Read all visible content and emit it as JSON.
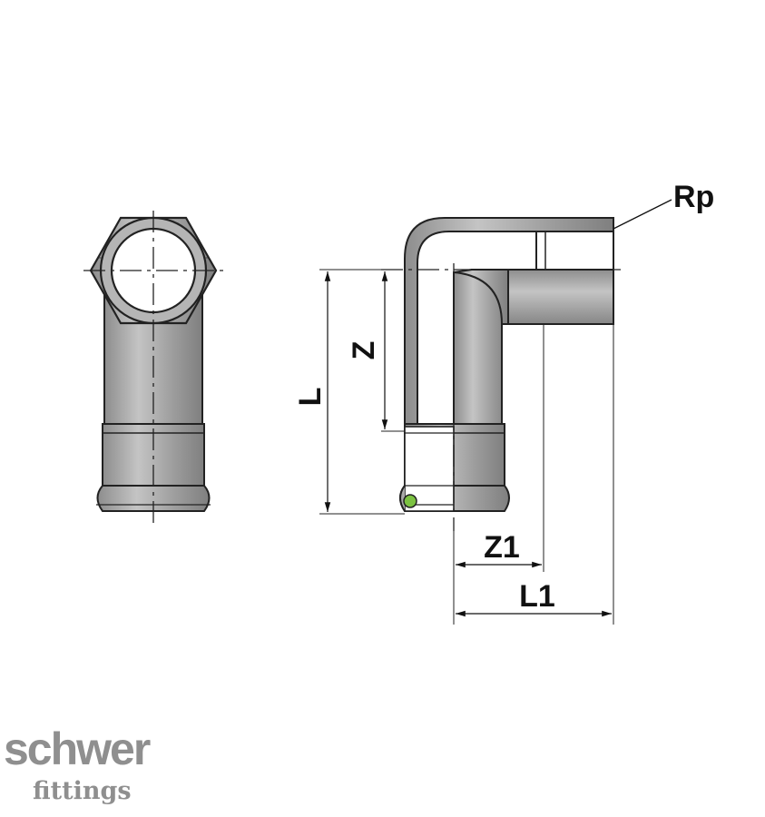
{
  "labels": {
    "rp": "Rp",
    "z": "Z",
    "l": "L",
    "z1": "Z1",
    "l1": "L1"
  },
  "logo": {
    "brand": "schwer",
    "sub": "fittings"
  },
  "colors": {
    "body_fill": "#a9a9a9",
    "outline": "#222222",
    "seal_ring": "#7cc242",
    "logo_gray": "#8f8f8f"
  }
}
